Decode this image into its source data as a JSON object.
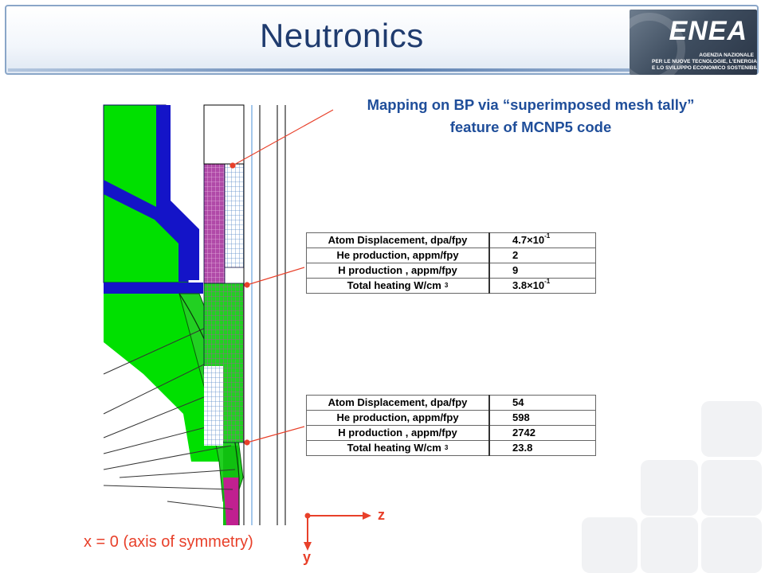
{
  "header": {
    "title": "Neutronics",
    "logo": {
      "wordmark": "ENEA",
      "tagline": [
        "AGENZIA NAZIONALE",
        "PER LE NUOVE TECNOLOGIE, L'ENERGIA",
        "E LO SVILUPPO ECONOMICO SOSTENIBILE"
      ]
    }
  },
  "caption": [
    "Mapping on BP via “superimposed mesh tally”",
    "feature of MCNP5 code"
  ],
  "tables": [
    {
      "rows": [
        {
          "label": "Atom Displacement, dpa/fpy",
          "value": "4.7×10",
          "value_sup": "-1"
        },
        {
          "label": "He production, appm/fpy",
          "value": "2"
        },
        {
          "label": "H production , appm/fpy",
          "value": "9"
        },
        {
          "label": "Total heating W/cm",
          "label_sup": "3",
          "value": "3.8×10",
          "value_sup": "-1"
        }
      ]
    },
    {
      "rows": [
        {
          "label": "Atom Displacement, dpa/fpy",
          "value": "54"
        },
        {
          "label": "He production, appm/fpy",
          "value": "598"
        },
        {
          "label": "H production , appm/fpy",
          "value": "2742"
        },
        {
          "label": "Total heating W/cm",
          "label_sup": "3",
          "value": "23.8"
        }
      ]
    }
  ],
  "axes": {
    "symmetry_label": "x = 0 (axis of symmetry)",
    "z_label": "z",
    "y_label": "y"
  },
  "colors": {
    "title": "#1f3b6e",
    "caption": "#1f4e9a",
    "annotation": "#e8402a",
    "geometry_green": "#00e000",
    "geometry_blue": "#1414c8",
    "mesh_magenta": "#b04aa8",
    "mesh_light_blue": "#a9c8ea"
  }
}
